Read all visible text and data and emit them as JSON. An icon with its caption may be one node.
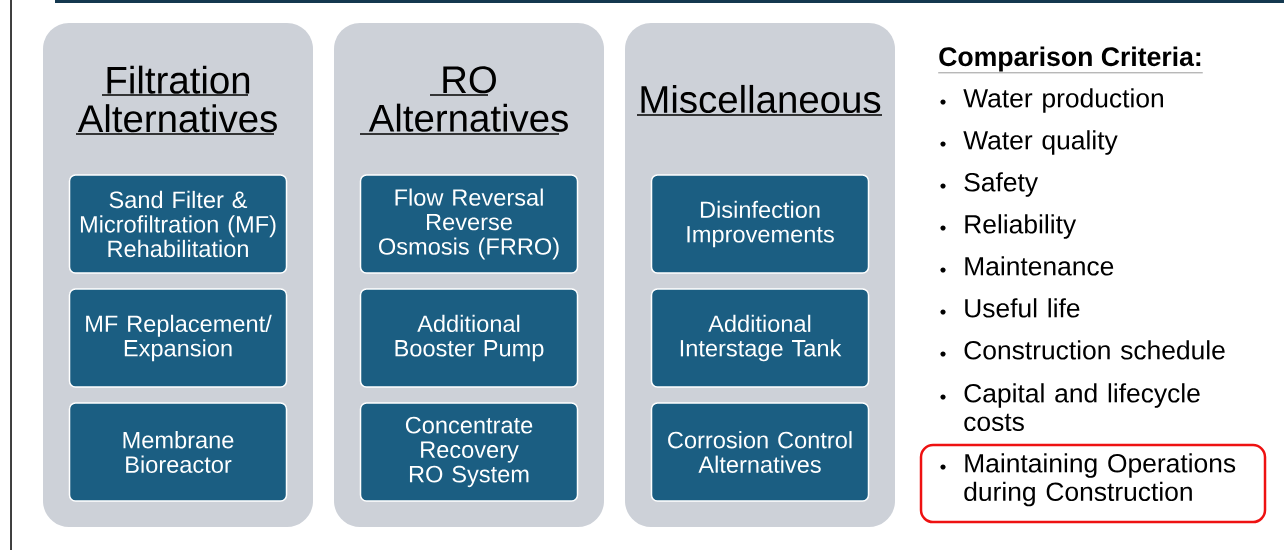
{
  "diagram": {
    "nodes": [
      {
        "text": [
          "Filtration Alternatives"
        ]
      },
      {
        "text": [
          "Sand Filter & Microfiltration (MF) Rehabilitation"
        ],
        "in": 0
      },
      {
        "text": [
          "MF Replacement/ Expansion"
        ],
        "in": 0
      },
      {
        "text": [
          "Membrane Bioreactor"
        ],
        "in": 0
      },
      {
        "text": [
          "RO Alternatives"
        ]
      },
      {
        "text": [
          "Flow Reversal Reverse Osmosis (FRRO)"
        ],
        "in": 4
      },
      {
        "text": [
          "Additional Booster Pump"
        ],
        "in": 4
      },
      {
        "text": [
          "Concentrate Recovery RO System"
        ],
        "in": 4
      },
      {
        "text": [
          "Miscellaneous"
        ]
      },
      {
        "text": [
          "Disinfection Improvements"
        ],
        "in": 8
      },
      {
        "text": [
          "Additional Interstage Tank"
        ],
        "in": 8
      },
      {
        "text": [
          "Corrosion Control Alternatives"
        ],
        "in": 8
      },
      {
        "text": [
          "Maintaining Operations during Construction"
        ]
      }
    ],
    "labels": [
      "Comparison Criteria:",
      "Water production",
      "Water quality",
      "Safety",
      "Reliability",
      "Maintenance",
      "Useful life",
      "Construction schedule",
      "Capital and lifecycle costs"
    ]
  }
}
